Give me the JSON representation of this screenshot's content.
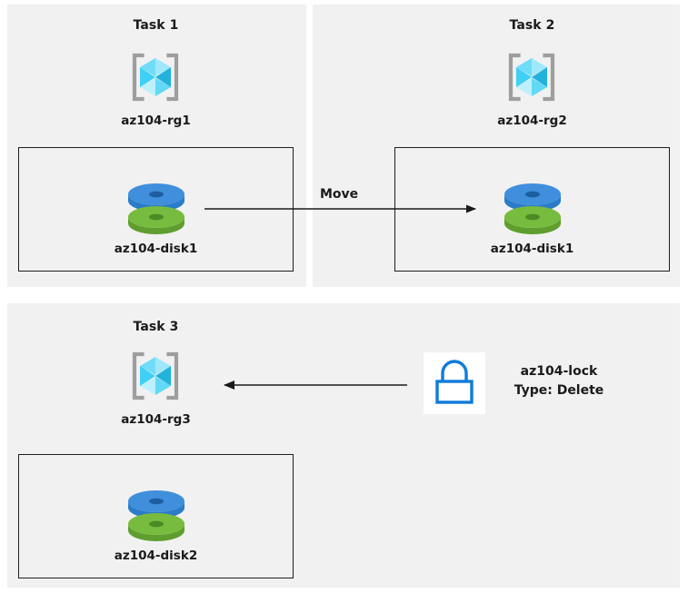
{
  "diagram": {
    "title": "Azure AZ-104 resource group tasks diagram",
    "background": "#ffffff",
    "panel_fill": "#f1f1f1",
    "box_stroke": "#1f1f1f",
    "connector_color": "#1a1a1a"
  },
  "tasks": [
    {
      "id": "task1",
      "title": "Task 1",
      "resource_group": {
        "name": "az104-rg1",
        "icon": "azure-resource-group-cube-icon"
      },
      "resource": {
        "name": "az104-disk1",
        "icon": "azure-managed-disk-icon"
      }
    },
    {
      "id": "task2",
      "title": "Task 2",
      "resource_group": {
        "name": "az104-rg2",
        "icon": "azure-resource-group-cube-icon"
      },
      "resource": {
        "name": "az104-disk1",
        "icon": "azure-managed-disk-icon"
      }
    },
    {
      "id": "task3",
      "title": "Task 3",
      "resource_group": {
        "name": "az104-rg3",
        "icon": "azure-resource-group-cube-icon"
      },
      "resource": {
        "name": "az104-disk2",
        "icon": "azure-managed-disk-icon"
      }
    }
  ],
  "connectors": {
    "move": {
      "label": "Move",
      "direction": "right",
      "from": "az104-disk1 in az104-rg1",
      "to": "az104-rg2"
    },
    "lock": {
      "direction": "left",
      "from": "az104-lock",
      "to": "az104-rg3"
    }
  },
  "lock": {
    "icon": "lock-icon",
    "name": "az104-lock",
    "type_line": "Type: Delete",
    "tile_background": "#ffffff",
    "stroke": "#0f7bdb"
  },
  "colors": {
    "cube_light": "#9fe8fb",
    "cube_mid": "#3fd0f5",
    "cube_dark": "#22b3dd",
    "bracket": "#9e9e9e",
    "disk_blue_top": "#3f8fdc",
    "disk_blue_side": "#2a7bc8",
    "disk_green_top": "#77bc3f",
    "disk_green_side": "#5f9e2e"
  }
}
